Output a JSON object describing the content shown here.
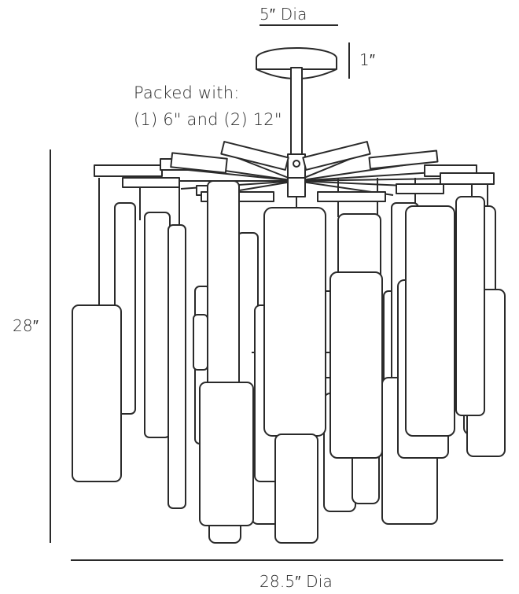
{
  "dimensions": {
    "canopy_diameter": "5″ Dia",
    "canopy_height": "1″",
    "overall_height": "28″",
    "overall_width": "28.5″ Dia"
  },
  "notes": {
    "packed_with_line1": "Packed with:",
    "packed_with_line2": "(1) 6\" and (2) 12\""
  },
  "colors": {
    "line": "#2a2a2a",
    "background": "#ffffff"
  }
}
